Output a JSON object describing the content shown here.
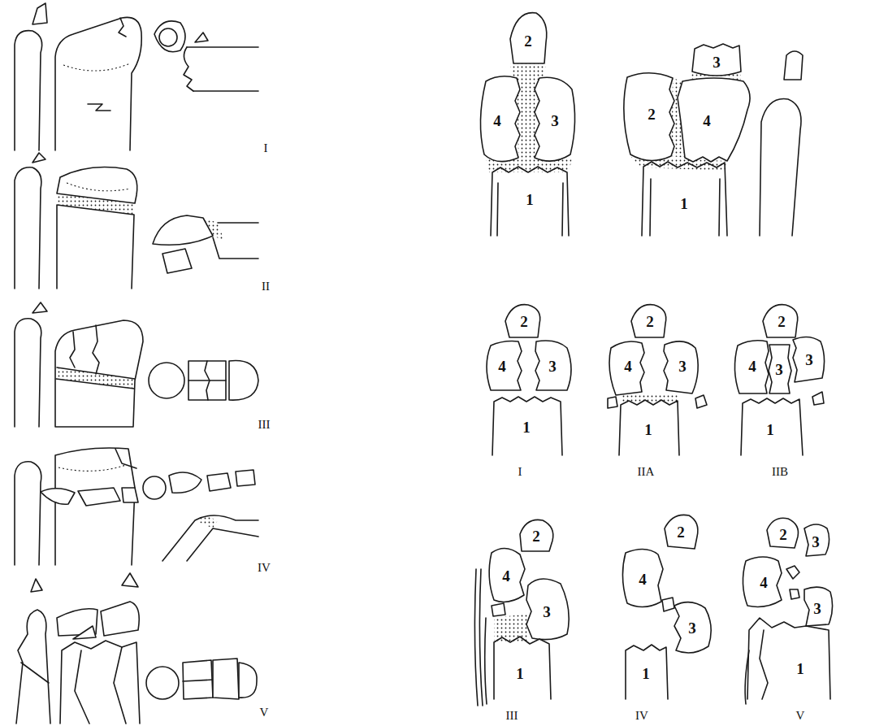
{
  "diagram": {
    "labels": [
      "I",
      "II",
      "III",
      "IV",
      "V",
      "2",
      "4",
      "3",
      "1",
      "2",
      "3",
      "4",
      "1",
      "2",
      "4",
      "3",
      "1",
      "I",
      "2",
      "4",
      "3",
      "1",
      "IIA",
      "2",
      "4",
      "3",
      "3",
      "1",
      "IIB",
      "2",
      "4",
      "3",
      "1",
      "III",
      "2",
      "4",
      "3",
      "1",
      "IV",
      "2",
      "3",
      "4",
      "3",
      "1",
      "V"
    ]
  }
}
